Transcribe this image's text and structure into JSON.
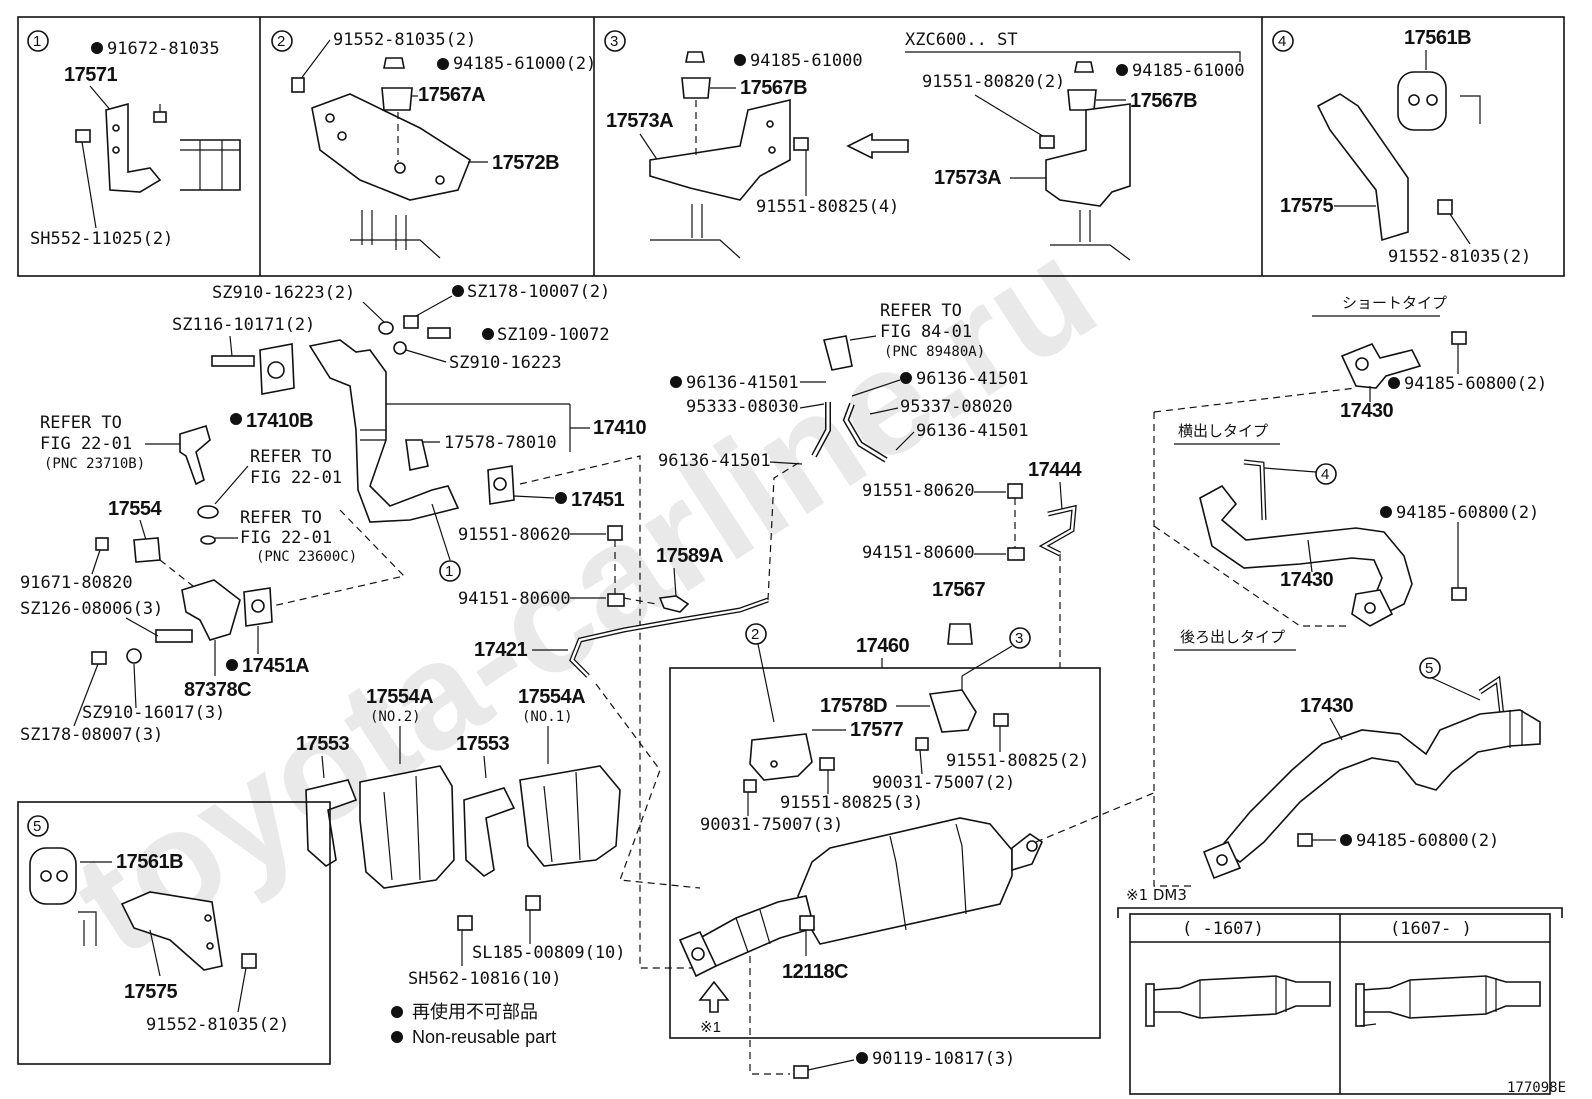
{
  "diagram_id": "177098E",
  "watermark": "toyota-carline.ru",
  "callouts": {
    "c1": "1",
    "c2": "2",
    "c3": "3",
    "c4": "4",
    "c5": "5",
    "x1": "※1"
  },
  "panel1": {
    "p1": "91672-81035",
    "p2": "17571",
    "p3": "SH552-11025(2)"
  },
  "panel2": {
    "p1": "91552-81035(2)",
    "p2": "94185-61000(2)",
    "p3": "17567A",
    "p4": "17572B"
  },
  "panel3": {
    "p1": "94185-61000",
    "p2": "17567B",
    "p3": "17573A",
    "p4": "91551-80825(4)",
    "variant": "XZC600.. ST",
    "p5": "94185-61000",
    "p6": "91551-80820(2)",
    "p7": "17567B",
    "p8": "17573A"
  },
  "panel4": {
    "p1": "17561B",
    "p2": "17575",
    "p3": "91552-81035(2)"
  },
  "panel5": {
    "p1": "17561B",
    "p2": "17575",
    "p3": "91552-81035(2)"
  },
  "main": {
    "sz910a": "SZ910-16223(2)",
    "sz178a": "SZ178-10007(2)",
    "sz116": "SZ116-10171(2)",
    "sz109": "SZ109-10072",
    "sz910b": "SZ910-16223",
    "p17410b": "17410B",
    "p17410": "17410",
    "p17578_78010": "17578-78010",
    "ref1a": "REFER TO",
    "ref1b": "FIG 22-01",
    "ref1c": "(PNC 23710B)",
    "ref2a": "REFER TO",
    "ref2b": "FIG 22-01",
    "ref3a": "REFER TO",
    "ref3b": "FIG 22-01",
    "ref3c": "(PNC 23600C)",
    "p17554": "17554",
    "p91671": "91671-80820",
    "sz126": "SZ126-08006(3)",
    "sz910c": "SZ910-16017(3)",
    "sz178b": "SZ178-08007(3)",
    "p87378c": "87378C",
    "p17451a": "17451A",
    "p17451": "17451",
    "p91551_80620a": "91551-80620",
    "p94151_80600a": "94151-80600",
    "p17589a": "17589A",
    "p17421": "17421",
    "ref4a": "REFER TO",
    "ref4b": "FIG 84-01",
    "ref4c": "(PNC 89480A)",
    "p96136a": "96136-41501",
    "p96136b": "96136-41501",
    "p95333": "95333-08030",
    "p95337": "95337-08020",
    "p96136c": "96136-41501",
    "p96136d": "96136-41501",
    "p17444": "17444",
    "p91551_80620b": "91551-80620",
    "p94151_80600b": "94151-80600",
    "p17567": "17567",
    "p17460": "17460",
    "p17578d": "17578D",
    "p17577": "17577",
    "p91551_80825a": "91551-80825(2)",
    "p90031a": "90031-75007(2)",
    "p91551_80825b": "91551-80825(3)",
    "p90031b": "90031-75007(3)",
    "p12118c": "12118C",
    "p90119": "90119-10817(3)",
    "p17554a2": "17554A",
    "p17554a2n": "(NO.2)",
    "p17554a1": "17554A",
    "p17554a1n": "(NO.1)",
    "p17553a": "17553",
    "p17553b": "17553",
    "sl185": "SL185-00809(10)",
    "sh562": "SH562-10816(10)"
  },
  "right": {
    "short_type": "ショートタイプ",
    "p94185a": "94185-60800(2)",
    "p17430a": "17430",
    "side_type": "横出しタイプ",
    "p94185b": "94185-60800(2)",
    "p17430b": "17430",
    "rear_type": "後ろ出しタイプ",
    "p17430c": "17430",
    "p94185c": "94185-60800(2)"
  },
  "dm3": {
    "title": "※1 DM3",
    "col1": "(     -1607)",
    "col2": "(1607-     )"
  },
  "legend": {
    "jp": "再使用不可部品",
    "en": "Non-reusable part"
  }
}
